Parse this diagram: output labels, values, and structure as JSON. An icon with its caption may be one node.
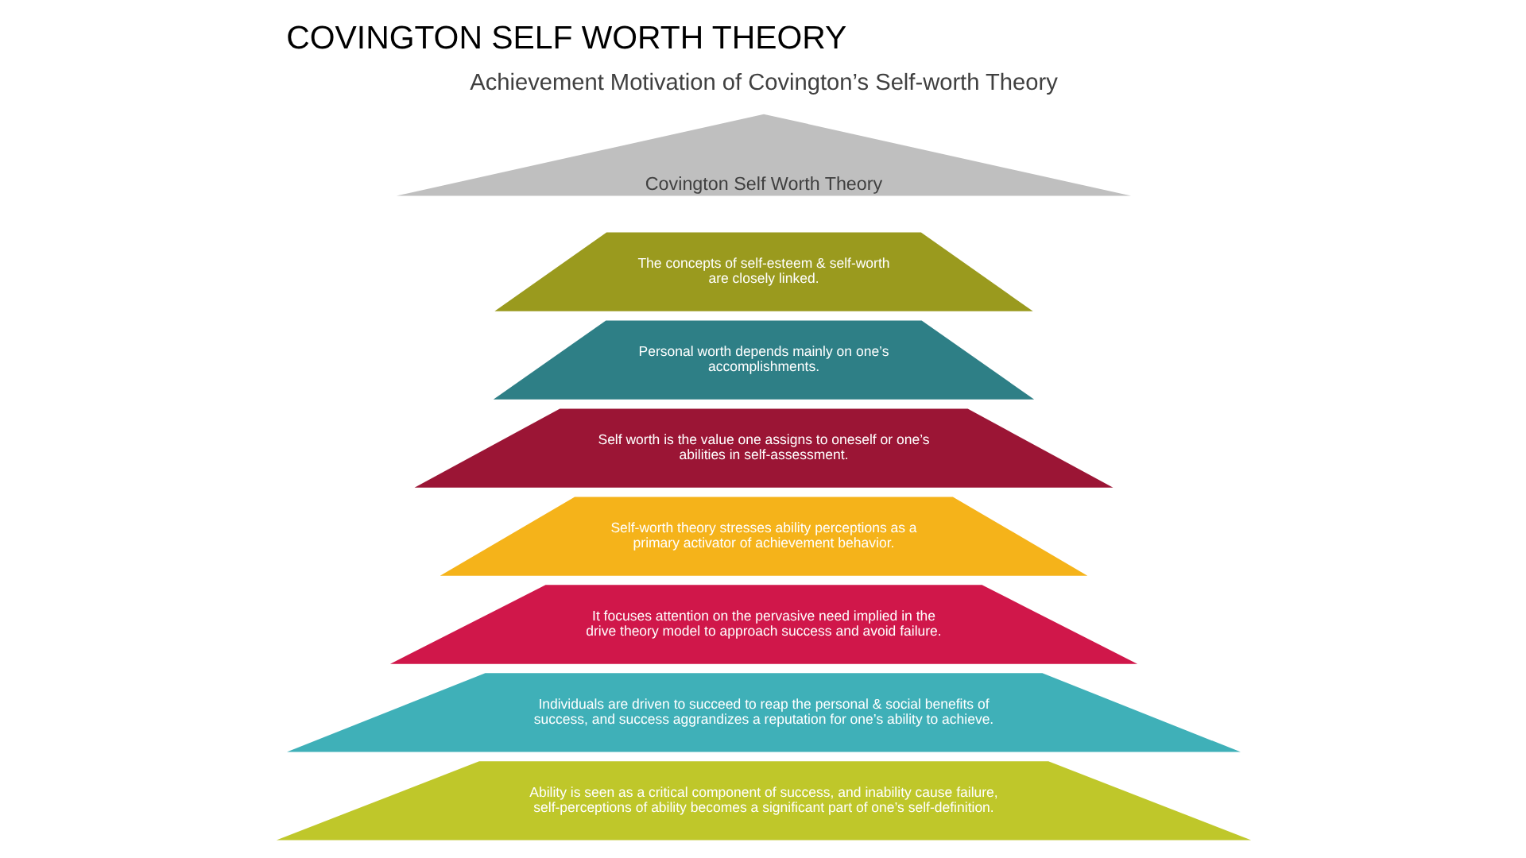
{
  "diagram": {
    "title": "COVINGTON SELF WORTH THEORY",
    "nodes": [
      {
        "text": [
          "Covington Self Worth Theory"
        ]
      },
      {
        "text": [
          "The concepts of self-esteem & self-worth are closely linked."
        ]
      },
      {
        "text": [
          "Personal worth depends mainly on one’s accomplishments."
        ]
      },
      {
        "text": [
          "Self worth is the value one assigns to oneself or one’s abilities in self-assessment."
        ]
      },
      {
        "text": [
          "Self-worth theory stresses ability perceptions as a primary activator of achievement behavior."
        ]
      },
      {
        "text": [
          "It focuses attention on the pervasive need implied in the drive theory model to approach success and avoid failure."
        ]
      },
      {
        "text": [
          "Individuals are driven to succeed to reap the personal & social benefits of success, and success aggrandizes a reputation for one’s ability to achieve."
        ]
      },
      {
        "text": [
          "Ability is seen as a critical component of success, and inability cause failure, self-perceptions of ability becomes a significant part of one’s self-definition."
        ]
      }
    ],
    "edges": [],
    "labels": [
      "Achievement Motivation of Covington’s Self-worth Theory"
    ]
  }
}
